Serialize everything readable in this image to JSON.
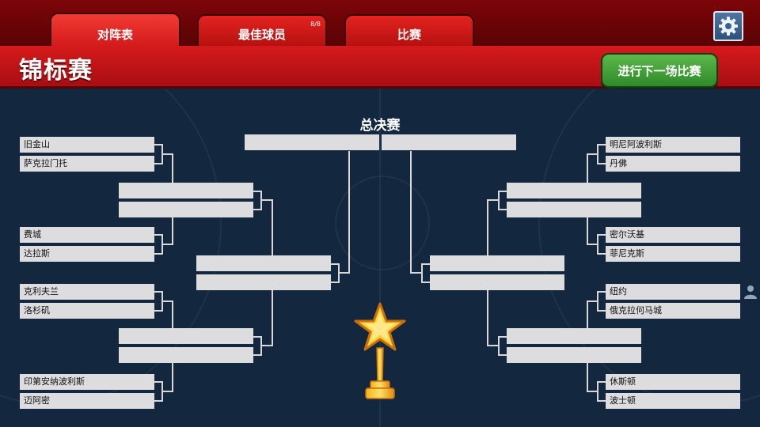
{
  "tabs": [
    {
      "label": "对阵表",
      "active": true
    },
    {
      "label": "最佳球员",
      "badge": "8/8"
    },
    {
      "label": "比赛"
    }
  ],
  "title": "锦标赛",
  "next_button": "进行下一场比赛",
  "final_label": "总决赛",
  "left_teams": [
    "旧金山",
    "萨克拉门托",
    "费城",
    "达拉斯",
    "克利夫兰",
    "洛杉矶",
    "印第安纳波利斯",
    "迈阿密"
  ],
  "right_teams": [
    "明尼阿波利斯",
    "丹佛",
    "密尔沃基",
    "菲尼克斯",
    "纽约",
    "俄克拉何马城",
    "休斯顿",
    "波士顿"
  ],
  "icons": {
    "settings": "gear-icon",
    "trophy": "trophy-icon",
    "person": "person-icon"
  }
}
